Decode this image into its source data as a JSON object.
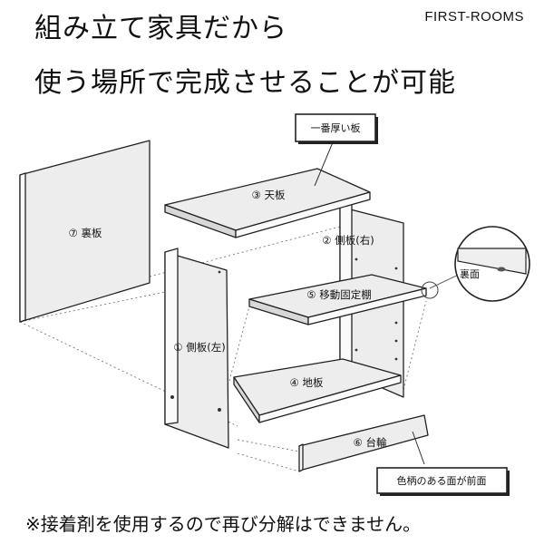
{
  "headline": {
    "line1": "組み立て家具だから",
    "line2": "使う場所で完成させることが可能"
  },
  "brand": "FIRST-ROOMS",
  "parts": {
    "top_board": "③ 天板",
    "right_side": "② 側板(右)",
    "back_board": "⑦ 裏板",
    "movable_shelf": "⑤ 移動固定棚",
    "left_side": "① 側板(左)",
    "floor_board": "④ 地板",
    "plinth": "⑥ 台輪"
  },
  "callouts": {
    "thickest_board": "一番厚い板",
    "underside": "裏面",
    "patterned_front": "色柄のある面が前面"
  },
  "footer_note": "※接着剤を使用するので再び分解はできません。"
}
